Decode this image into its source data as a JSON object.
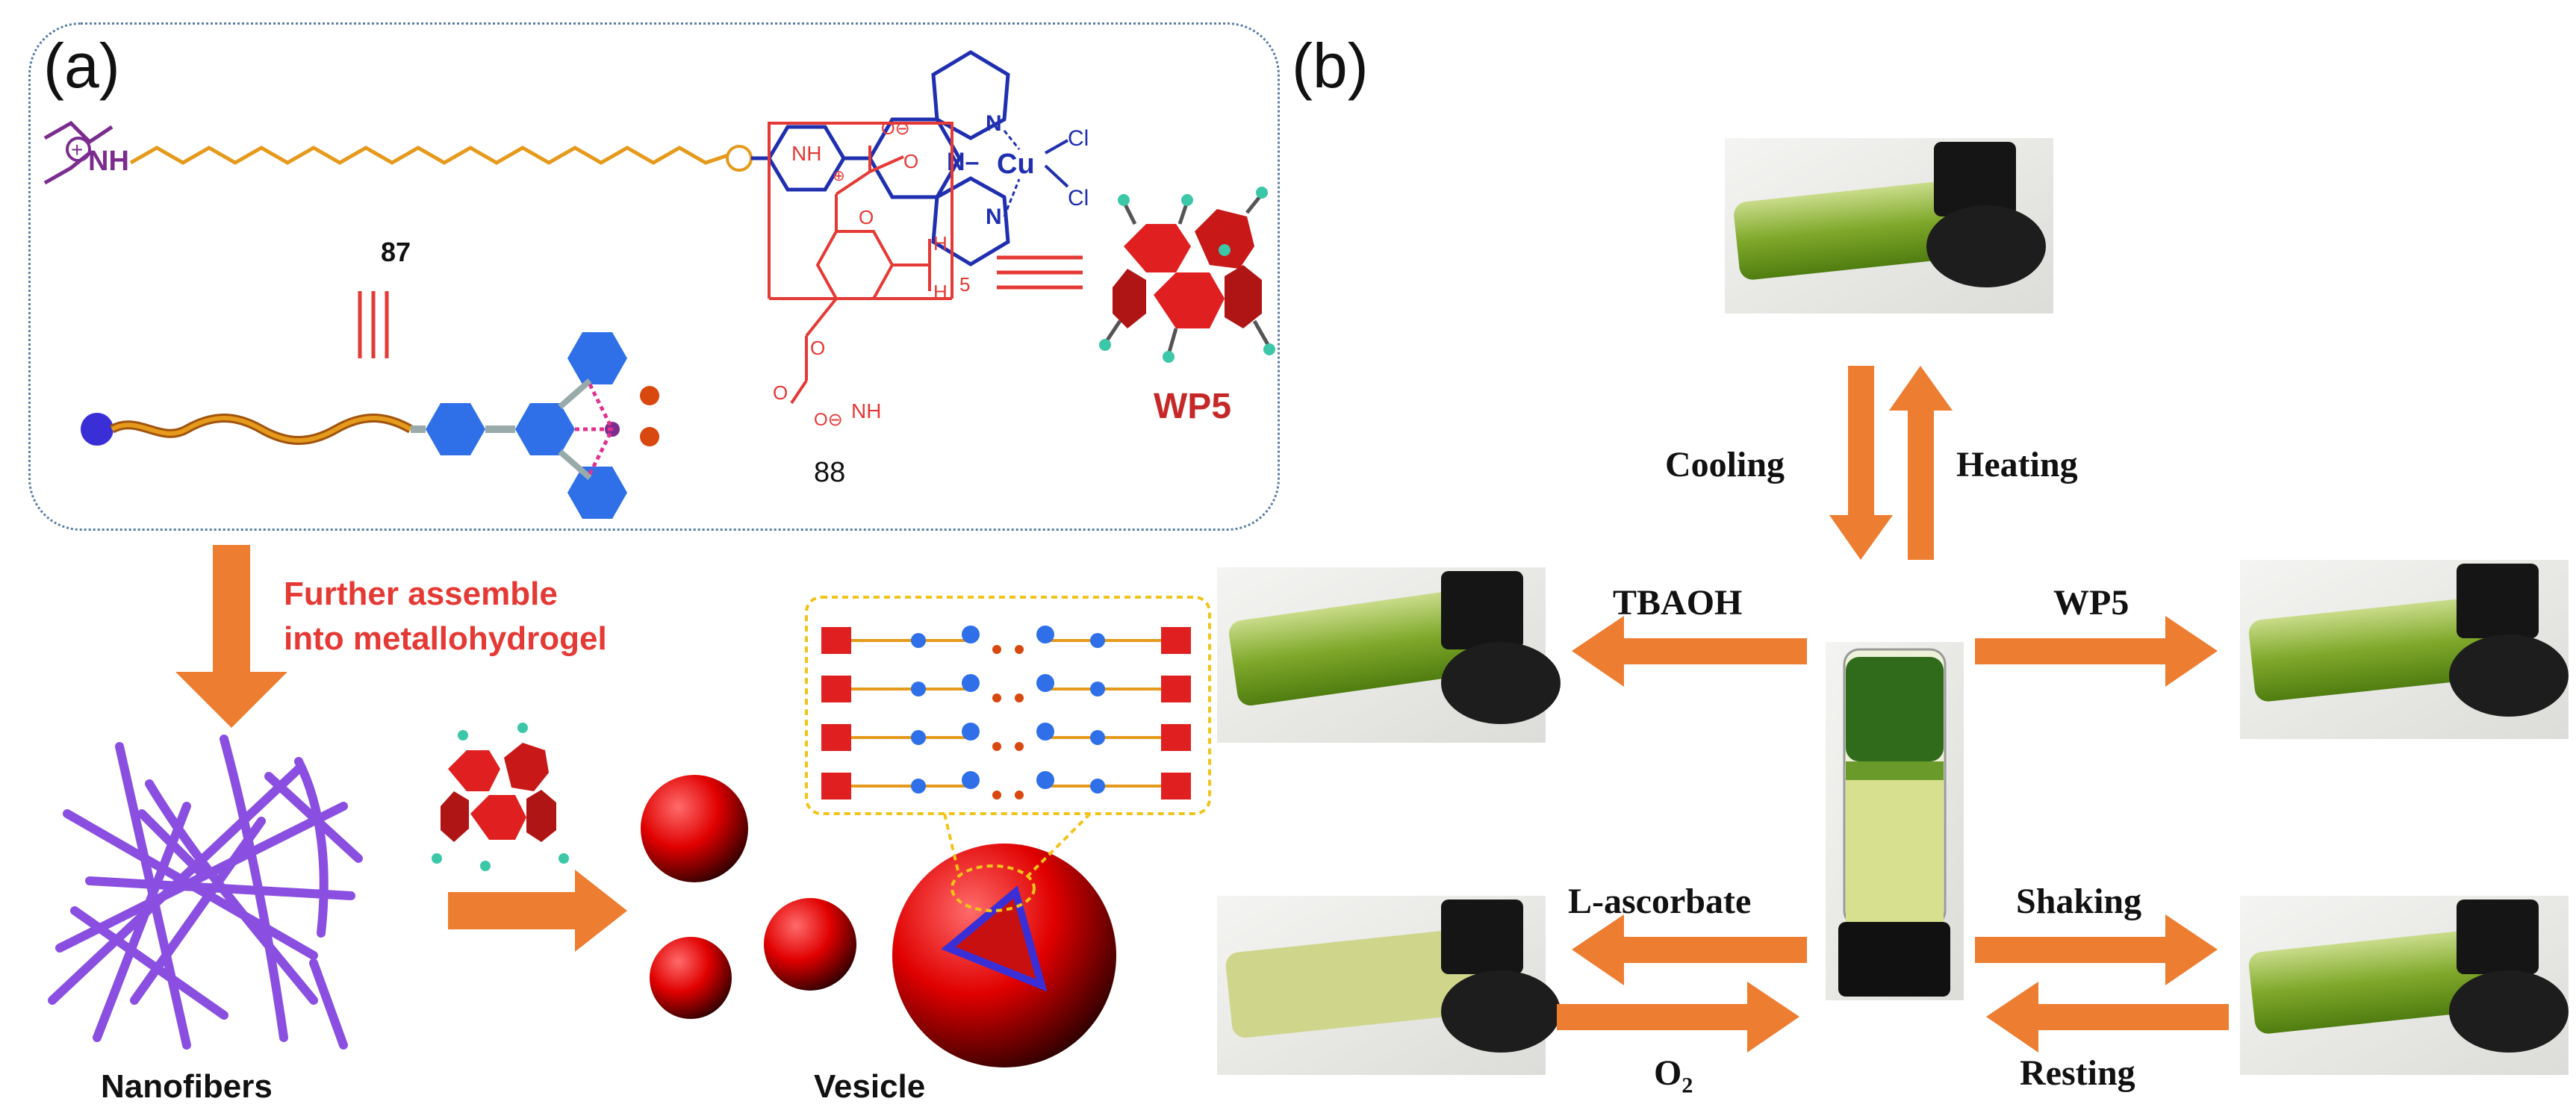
{
  "panel_a": {
    "label": "(a)",
    "compound_87": "87",
    "compound_88": "88",
    "nh_label": "NH",
    "cu_label": "Cu",
    "cl_label": "Cl",
    "n_label": "N",
    "nh4_label": "NH",
    "h_label": "H",
    "subscript_5": "5",
    "wp5_label": "WP5",
    "assembly_line1": "Further assemble",
    "assembly_line2": "into metallohydrogel",
    "nanofibers": "Nanofibers",
    "vesicle": "Vesicle"
  },
  "panel_b": {
    "label": "(b)",
    "cooling": "Cooling",
    "heating": "Heating",
    "tbaoh": "TBAOH",
    "wp5": "WP5",
    "l_ascorbate": "L-ascorbate",
    "o2": "O",
    "o2_sub": "2",
    "shaking": "Shaking",
    "resting": "Resting"
  },
  "colors": {
    "arrow": "#ed7d31",
    "molecule_blue": "#1f2fb0",
    "macrocycle_red": "#e53935",
    "chain_orange": "#e59a1c",
    "fiber_purple": "#8a4fe0",
    "gel_green": "#7fa82a"
  }
}
